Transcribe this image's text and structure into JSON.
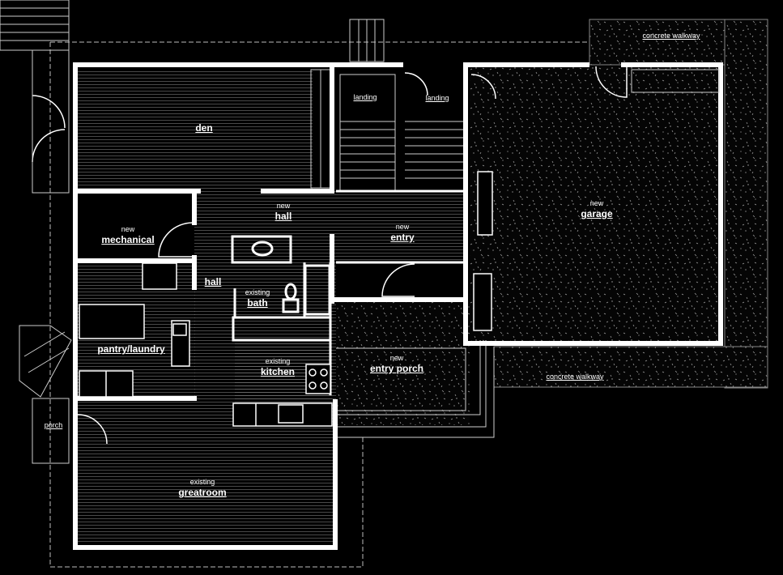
{
  "rooms": {
    "den": {
      "sub": "",
      "name": "den"
    },
    "hall_new": {
      "sub": "new",
      "name": "hall"
    },
    "entry": {
      "sub": "new",
      "name": "entry"
    },
    "garage": {
      "sub": "new",
      "name": "garage"
    },
    "mechanical": {
      "sub": "new",
      "name": "mechanical"
    },
    "hall": {
      "sub": "",
      "name": "hall"
    },
    "bath": {
      "sub": "existing",
      "name": "bath"
    },
    "pantry": {
      "sub": "",
      "name": "pantry/laundry"
    },
    "kitchen": {
      "sub": "existing",
      "name": "kitchen"
    },
    "entry_porch": {
      "sub": "new",
      "name": "entry porch"
    },
    "greatroom": {
      "sub": "existing",
      "name": "greatroom"
    }
  },
  "small_labels": {
    "landing_1": "landing",
    "landing_2": "landing",
    "porch": "porch",
    "walkway_top": "concrete walkway",
    "walkway_bottom": "concrete walkway"
  },
  "colors": {
    "background": "#000000",
    "wall": "#ffffff",
    "floor_lines": "#8a8a8a",
    "garage_fill": "#0a0a0a"
  }
}
